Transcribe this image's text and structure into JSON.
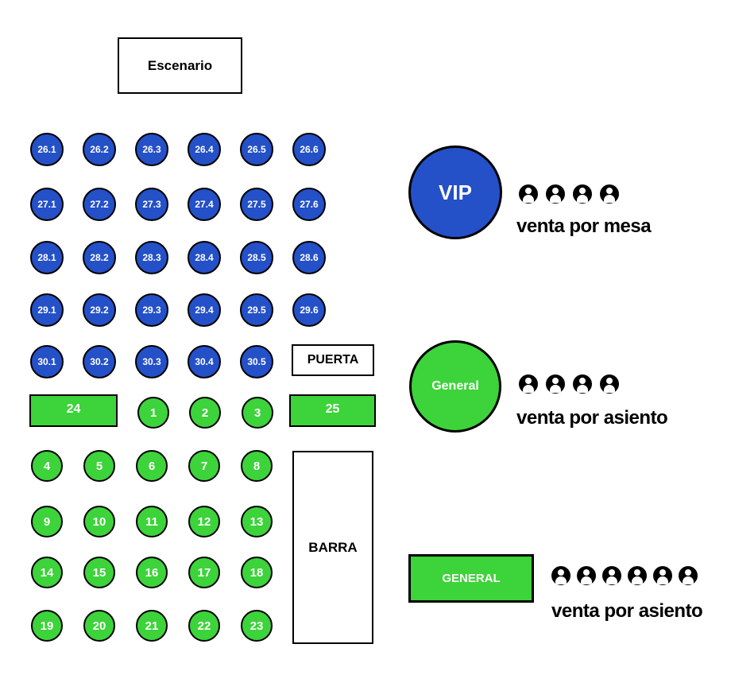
{
  "colors": {
    "vip": "#2450c8",
    "general": "#3dd33a",
    "border": "#000000"
  },
  "stage": {
    "label": "Escenario"
  },
  "door": {
    "label": "PUERTA"
  },
  "bar": {
    "label": "BARRA"
  },
  "vip_tables": [
    "26.1",
    "26.2",
    "26.3",
    "26.4",
    "26.5",
    "26.6",
    "27.1",
    "27.2",
    "27.3",
    "27.4",
    "27.5",
    "27.6",
    "28.1",
    "28.2",
    "28.3",
    "28.4",
    "28.5",
    "28.6",
    "29.1",
    "29.2",
    "29.3",
    "29.4",
    "29.5",
    "29.6",
    "30.1",
    "30.2",
    "30.3",
    "30.4",
    "30.5"
  ],
  "general_tables": [
    "1",
    "2",
    "3",
    "4",
    "5",
    "6",
    "7",
    "8",
    "9",
    "10",
    "11",
    "12",
    "13",
    "14",
    "15",
    "16",
    "17",
    "18",
    "19",
    "20",
    "21",
    "22",
    "23"
  ],
  "long_tables": [
    "24",
    "25"
  ],
  "legend": {
    "vip": {
      "label": "VIP",
      "caption": "venta por mesa",
      "icon": "person-icon",
      "persons": 4
    },
    "general_round": {
      "label": "General",
      "caption": "venta por asiento",
      "icon": "person-icon",
      "persons": 4
    },
    "general_rect": {
      "label": "GENERAL",
      "caption": "venta por asiento",
      "icon": "person-icon",
      "persons": 6
    }
  }
}
